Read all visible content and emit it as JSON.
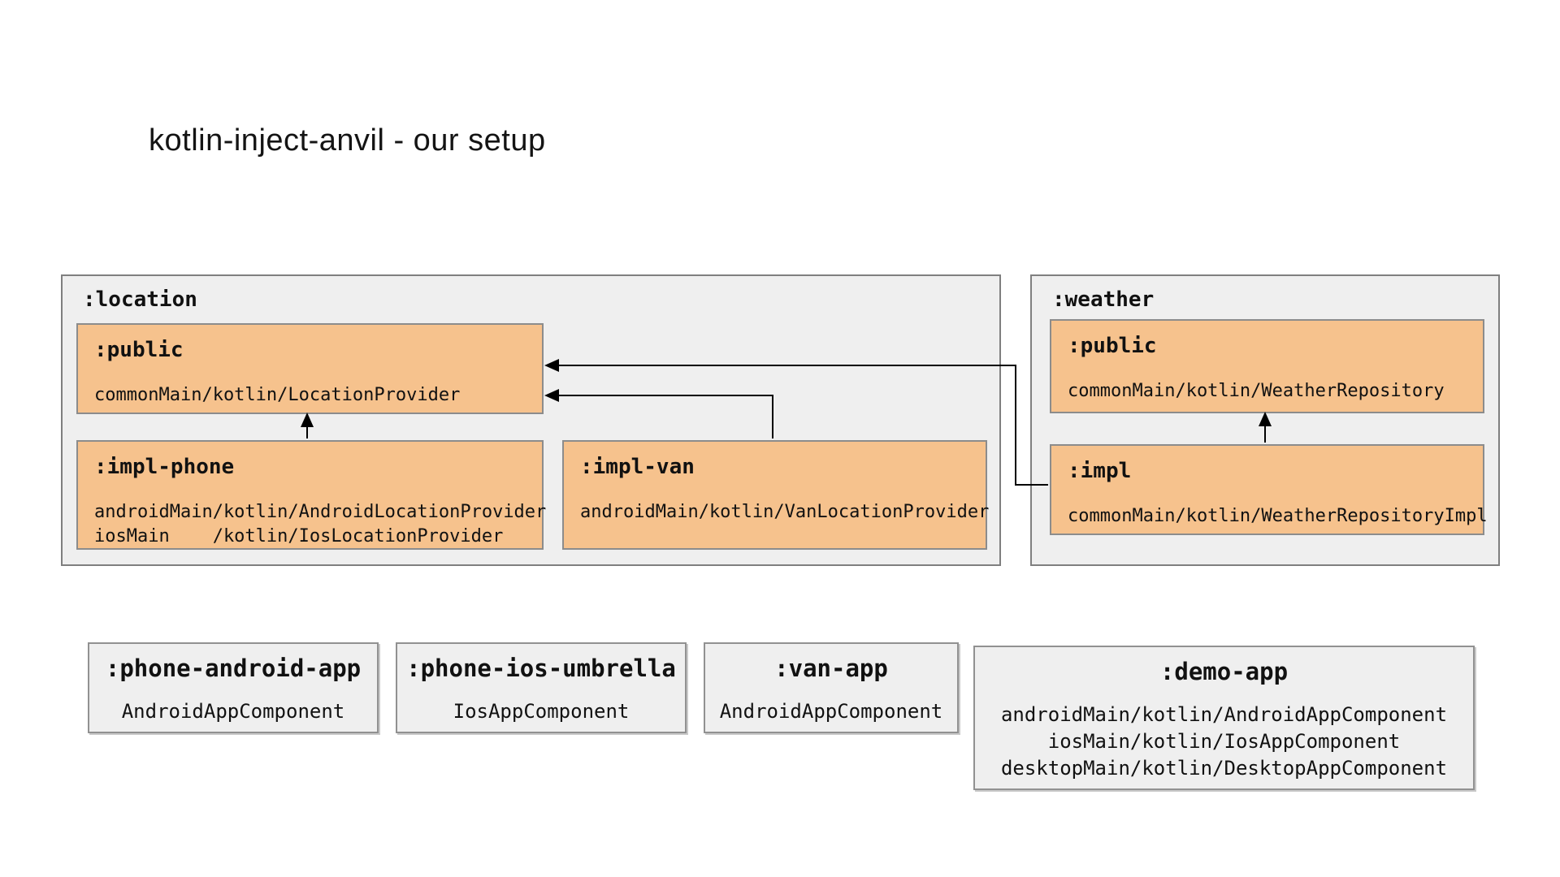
{
  "title": "kotlin-inject-anvil - our setup",
  "colors": {
    "background": "#ffffff",
    "container_bg": "#efefef",
    "container_border": "#7f7f7f",
    "module_bg": "#f6c28d",
    "module_border": "#8c8c8c",
    "app_bg": "#efefef",
    "app_border": "#919191",
    "arrow": "#000000",
    "text": "#111111"
  },
  "groups": {
    "location": {
      "label": ":location",
      "children": {
        "public": {
          "label": ":public",
          "lines": [
            "commonMain/kotlin/LocationProvider"
          ]
        },
        "impl_phone": {
          "label": ":impl-phone",
          "lines": [
            "androidMain/kotlin/AndroidLocationProvider",
            "iosMain    /kotlin/IosLocationProvider"
          ]
        },
        "impl_van": {
          "label": ":impl-van",
          "lines": [
            "androidMain/kotlin/VanLocationProvider"
          ]
        }
      }
    },
    "weather": {
      "label": ":weather",
      "children": {
        "public": {
          "label": ":public",
          "lines": [
            "commonMain/kotlin/WeatherRepository"
          ]
        },
        "impl": {
          "label": ":impl",
          "lines": [
            "commonMain/kotlin/WeatherRepositoryImpl"
          ]
        }
      }
    }
  },
  "apps": [
    {
      "label": ":phone-android-app",
      "lines": [
        "AndroidAppComponent"
      ]
    },
    {
      "label": ":phone-ios-umbrella",
      "lines": [
        "IosAppComponent"
      ]
    },
    {
      "label": ":van-app",
      "lines": [
        "AndroidAppComponent"
      ]
    },
    {
      "label": ":demo-app",
      "lines": [
        "androidMain/kotlin/AndroidAppComponent",
        "iosMain/kotlin/IosAppComponent",
        "desktopMain/kotlin/DesktopAppComponent"
      ]
    }
  ],
  "edges": [
    {
      "from": ":location/:impl-phone",
      "to": ":location/:public"
    },
    {
      "from": ":location/:impl-van",
      "to": ":location/:public"
    },
    {
      "from": ":weather/:impl",
      "to": ":location/:public"
    },
    {
      "from": ":weather/:impl",
      "to": ":weather/:public"
    }
  ]
}
